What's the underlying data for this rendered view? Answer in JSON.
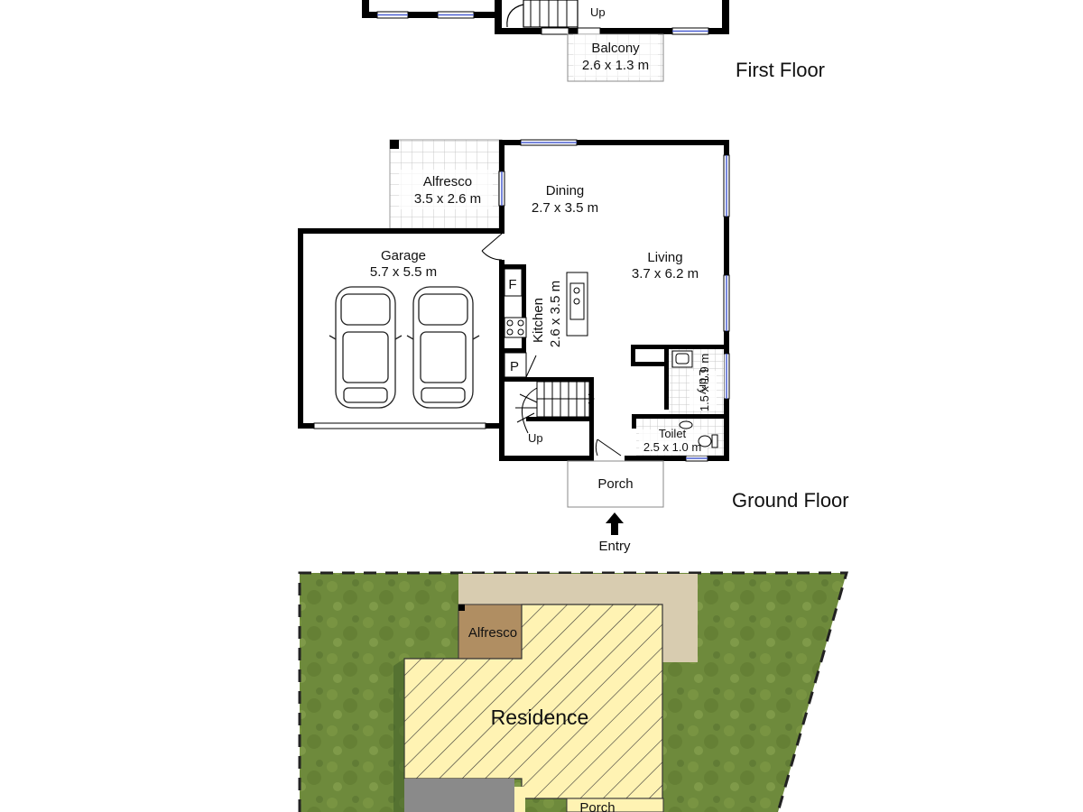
{
  "first_floor": {
    "title": "First Floor",
    "stair_label": "Up",
    "balcony": {
      "name": "Balcony",
      "size": "2.6 x 1.3 m"
    }
  },
  "ground_floor": {
    "title": "Ground Floor",
    "rooms": {
      "alfresco": {
        "name": "Alfresco",
        "size": "3.5 x 2.6 m"
      },
      "dining": {
        "name": "Dining",
        "size": "2.7 x 3.5 m"
      },
      "garage": {
        "name": "Garage",
        "size": "5.7 x 5.5 m"
      },
      "living": {
        "name": "Living",
        "size": "3.7 x 6.2 m"
      },
      "kitchen": {
        "name": "Kitchen",
        "size": "2.6 x 3.5 m"
      },
      "laundry": {
        "name": "L'dry",
        "size": "1.5 x 1.9 m"
      },
      "toilet": {
        "name": "Toilet",
        "size": "2.5 x 1.0 m"
      },
      "porch": {
        "name": "Porch"
      }
    },
    "fridge_label": "F",
    "pantry_label": "P",
    "stair_label": "Up",
    "entry_label": "Entry"
  },
  "site_plan": {
    "alfresco_label": "Alfresco",
    "residence_label": "Residence",
    "porch_label": "Porch",
    "colors": {
      "lawn": "#6e8a3c",
      "driveway": "#d8ccb0",
      "alfresco": "#b08e62",
      "residence": "#fff3b3",
      "garage_roof": "#8a8a8a"
    }
  },
  "colors": {
    "wall": "#000000",
    "window": "#4a5fd1",
    "tile_grid": "#bbbbbb"
  }
}
